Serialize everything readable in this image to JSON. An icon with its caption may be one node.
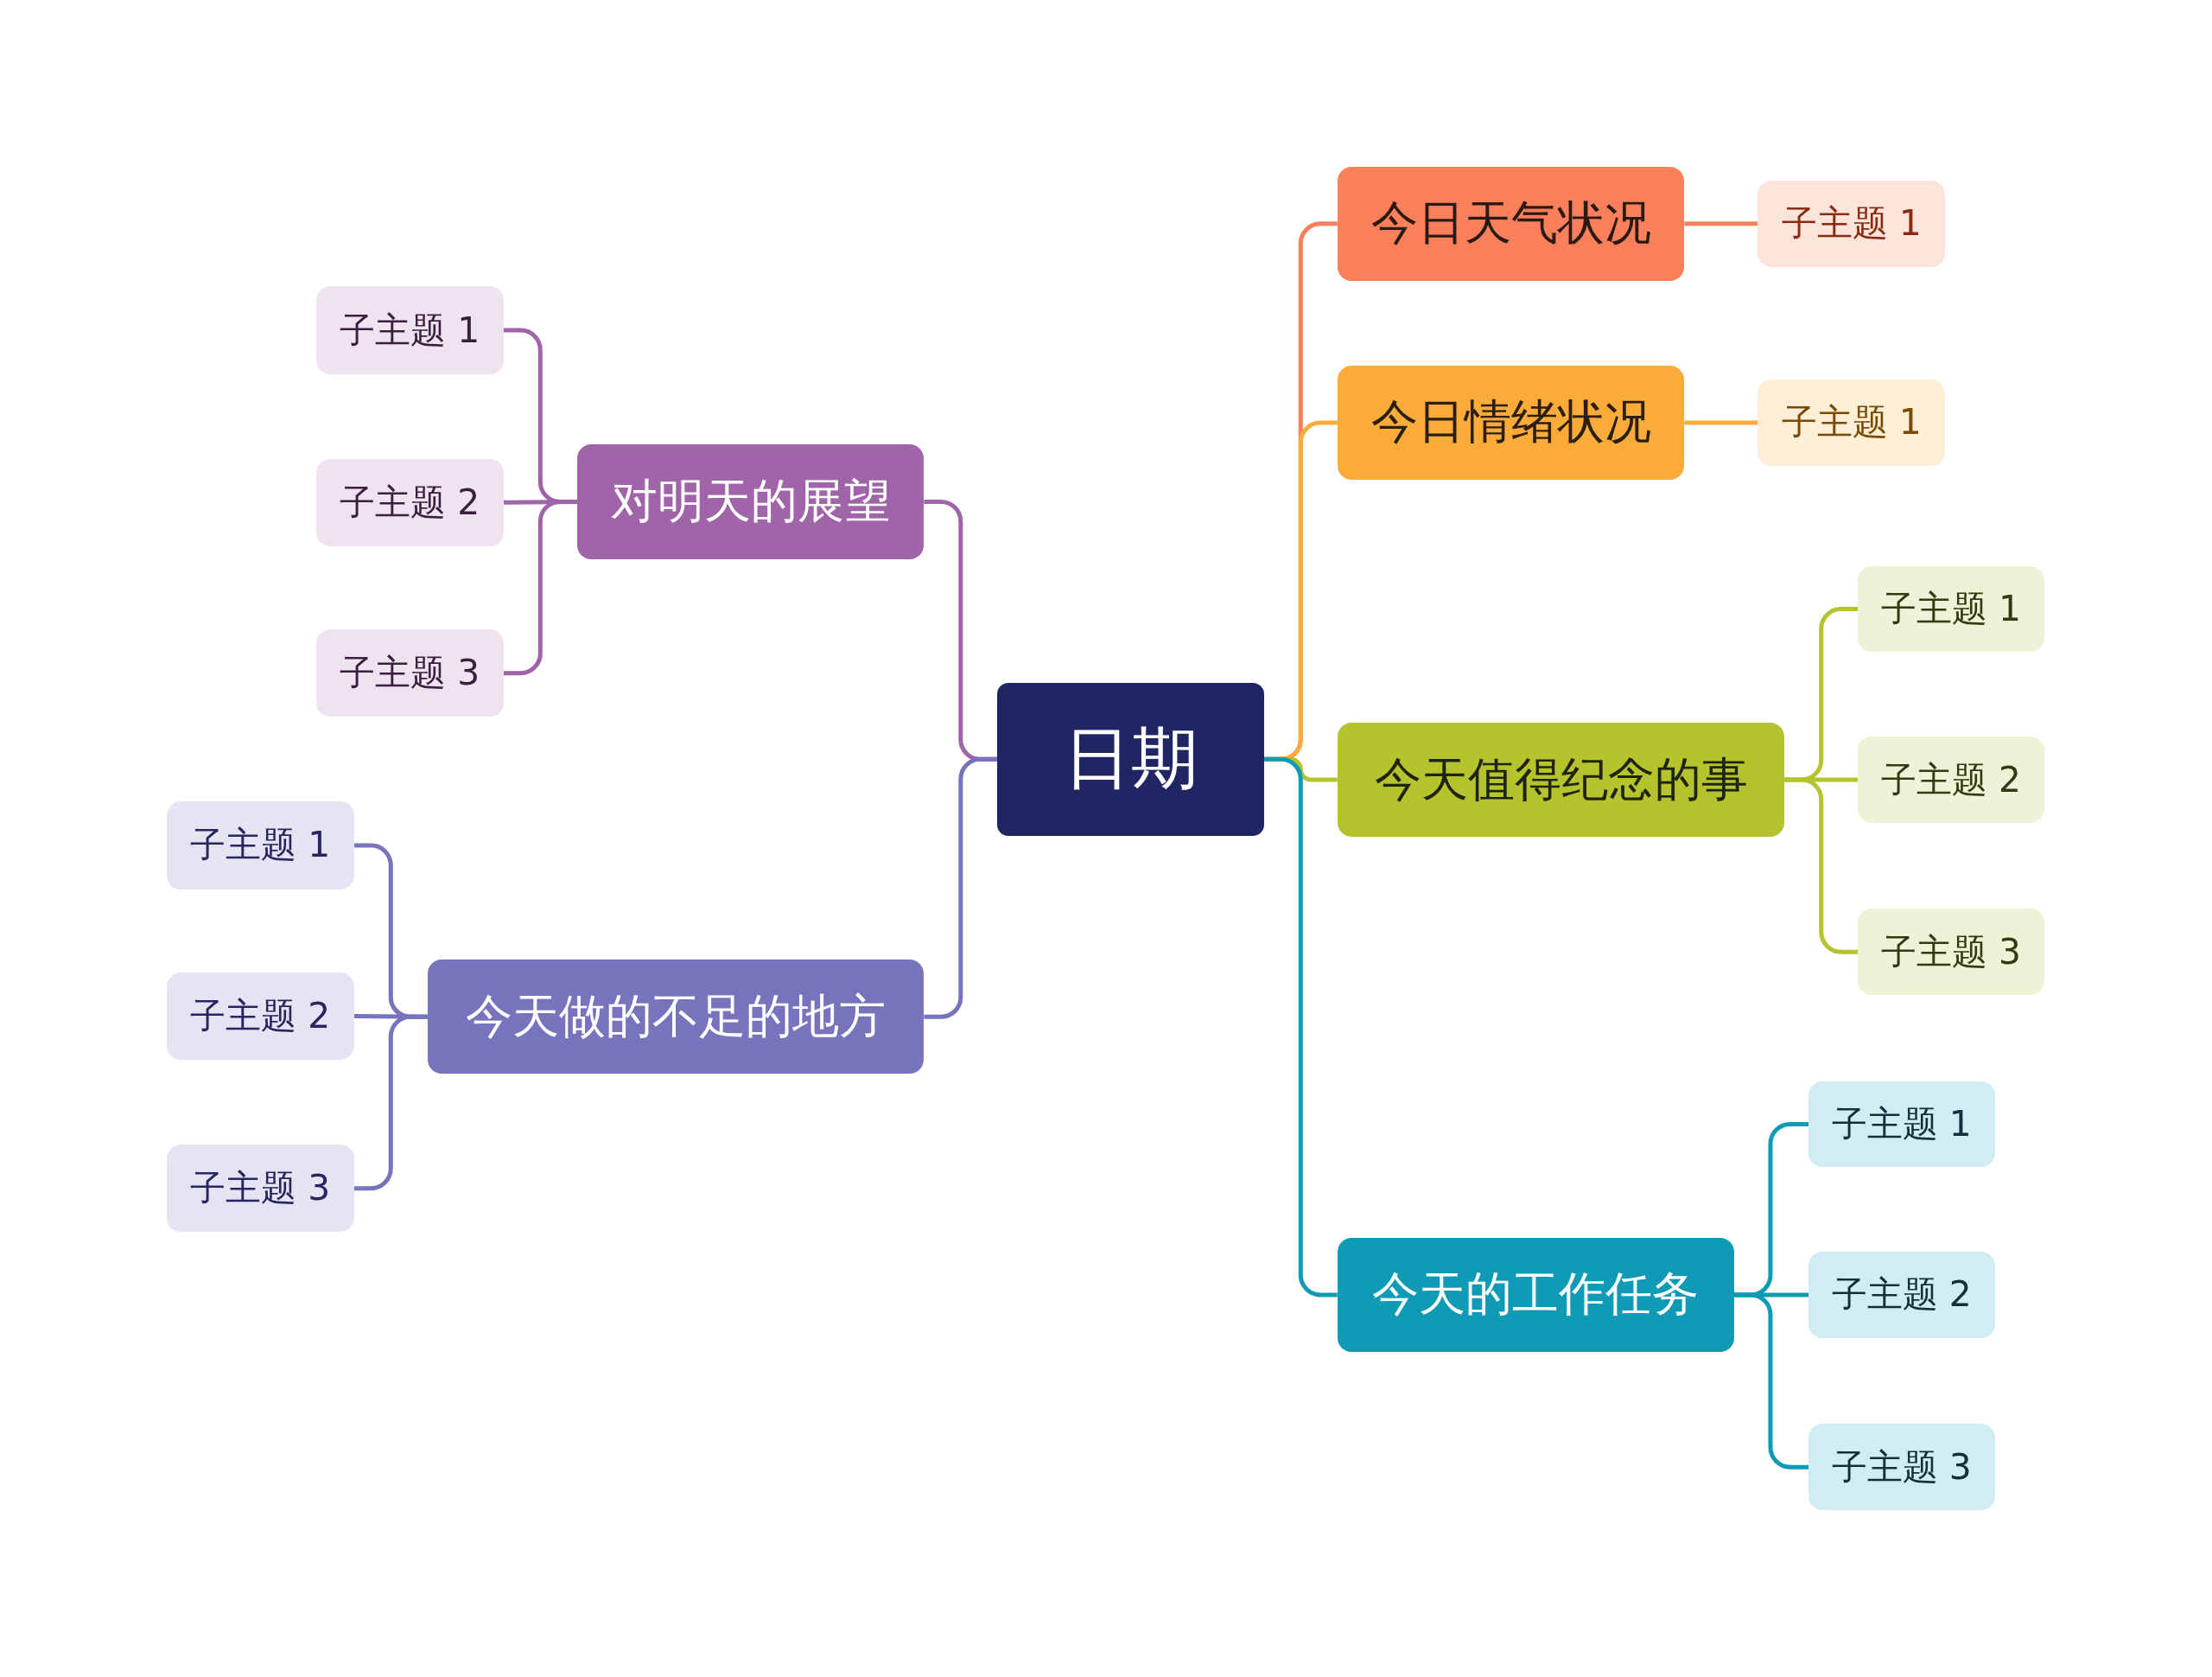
{
  "diagram": {
    "nodes": [
      {
        "text": [
          "日期"
        ]
      },
      {
        "text": [
          "今日天气状况"
        ]
      },
      {
        "text": [
          "子主题 1"
        ]
      },
      {
        "text": [
          "今日情绪状况"
        ]
      },
      {
        "text": [
          "子主题 1"
        ]
      },
      {
        "text": [
          "今天值得纪念的事"
        ]
      },
      {
        "text": [
          "子主题 1"
        ]
      },
      {
        "text": [
          "子主题 2"
        ]
      },
      {
        "text": [
          "子主题 3"
        ]
      },
      {
        "text": [
          "今天的工作任务"
        ]
      },
      {
        "text": [
          "子主题 1"
        ]
      },
      {
        "text": [
          "子主题 2"
        ]
      },
      {
        "text": [
          "子主题 3"
        ]
      },
      {
        "text": [
          "对明天的展望"
        ]
      },
      {
        "text": [
          "子主题 1"
        ]
      },
      {
        "text": [
          "子主题 2"
        ]
      },
      {
        "text": [
          "子主题 3"
        ]
      },
      {
        "text": [
          "今天做的不足的地方"
        ]
      },
      {
        "text": [
          "子主题 1"
        ]
      },
      {
        "text": [
          "子主题 2"
        ]
      },
      {
        "text": [
          "子主题 3"
        ]
      }
    ],
    "edges": [
      {
        "from": 0,
        "to": 1,
        "arrow": "none",
        "color": "#f9805a"
      },
      {
        "from": 1,
        "to": 2,
        "arrow": "none",
        "color": "#f9805a"
      },
      {
        "from": 0,
        "to": 3,
        "arrow": "none",
        "color": "#fbab3a"
      },
      {
        "from": 3,
        "to": 4,
        "arrow": "none",
        "color": "#fbab3a"
      },
      {
        "from": 0,
        "to": 5,
        "arrow": "none",
        "color": "#b5c42c"
      },
      {
        "from": 5,
        "to": 6,
        "arrow": "none",
        "color": "#b5c42c"
      },
      {
        "from": 5,
        "to": 7,
        "arrow": "none",
        "color": "#b5c42c"
      },
      {
        "from": 5,
        "to": 8,
        "arrow": "none",
        "color": "#b5c42c"
      },
      {
        "from": 0,
        "to": 9,
        "arrow": "none",
        "color": "#0f9ab5"
      },
      {
        "from": 9,
        "to": 10,
        "arrow": "none",
        "color": "#0f9ab5"
      },
      {
        "from": 9,
        "to": 11,
        "arrow": "none",
        "color": "#0f9ab5"
      },
      {
        "from": 9,
        "to": 12,
        "arrow": "none",
        "color": "#0f9ab5"
      },
      {
        "from": 0,
        "to": 13,
        "arrow": "none",
        "color": "#a064a8"
      },
      {
        "from": 13,
        "to": 14,
        "arrow": "none",
        "color": "#a064a8"
      },
      {
        "from": 13,
        "to": 15,
        "arrow": "none",
        "color": "#a064a8"
      },
      {
        "from": 13,
        "to": 16,
        "arrow": "none",
        "color": "#a064a8"
      },
      {
        "from": 0,
        "to": 17,
        "arrow": "none",
        "color": "#7773bc"
      },
      {
        "from": 17,
        "to": 18,
        "arrow": "none",
        "color": "#7773bc"
      },
      {
        "from": 17,
        "to": 19,
        "arrow": "none",
        "color": "#7773bc"
      },
      {
        "from": 17,
        "to": 20,
        "arrow": "none",
        "color": "#7773bc"
      }
    ]
  }
}
